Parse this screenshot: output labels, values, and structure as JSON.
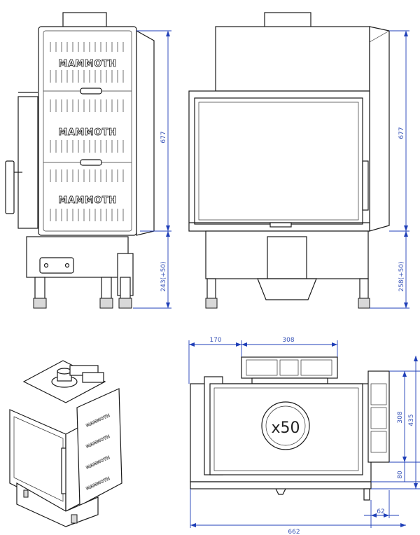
{
  "brand": {
    "logo_text": "MAMMOTH"
  },
  "front_view": {
    "dim_height_top": "677",
    "dim_height_bottom": "243(+50)"
  },
  "side_view": {
    "dim_height_top": "677",
    "dim_height_bottom": "258(+50)"
  },
  "top_view": {
    "dim_left_offset": "170",
    "dim_flue_width": "308",
    "dim_depth_inner": "308",
    "dim_depth_total": "435",
    "dim_depth_bottom": "80",
    "dim_width_total": "662",
    "dim_right_offset": "62",
    "flue_label": "x50"
  },
  "colors": {
    "line": "#1a1a1a",
    "dimension": "#1f3fb8",
    "dimension_text": "#3a55b8"
  }
}
